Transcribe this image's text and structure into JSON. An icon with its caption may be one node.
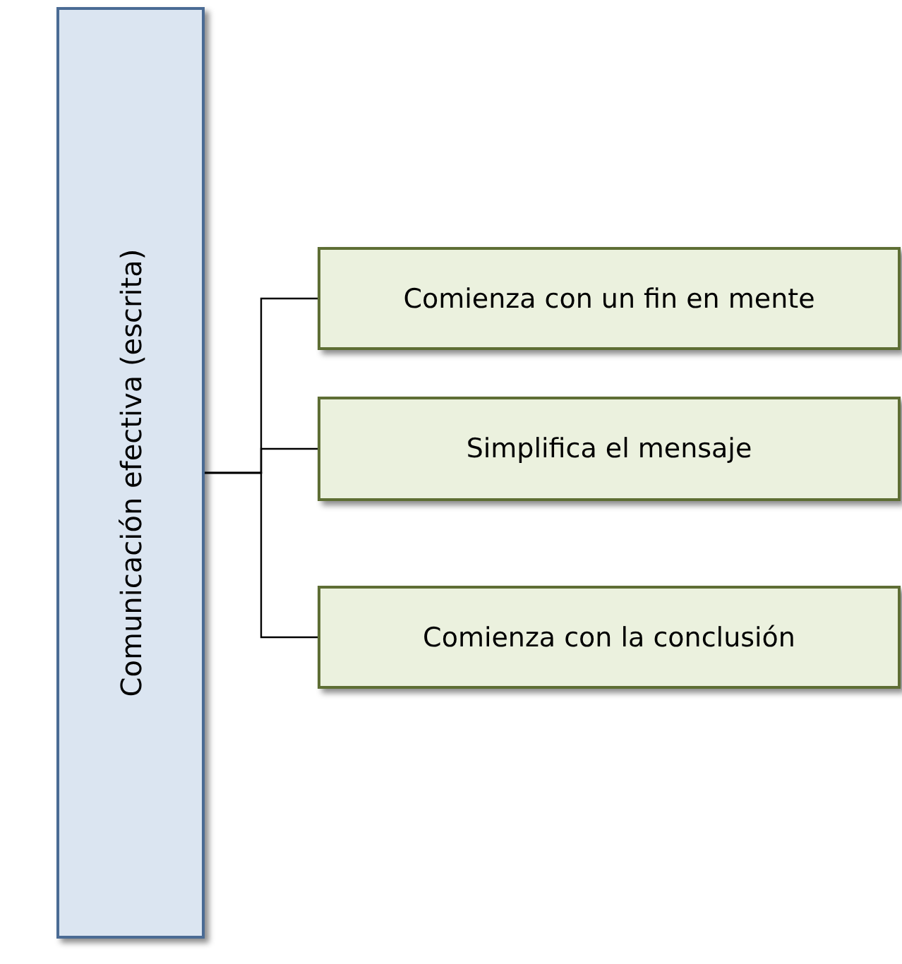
{
  "diagram": {
    "nodes": [
      {
        "text": [
          "Comunicación efectiva (escrita)"
        ]
      },
      {
        "text": [
          "Comienza con un fin en mente"
        ]
      },
      {
        "text": [
          "Simplifica el mensaje"
        ]
      },
      {
        "text": [
          "Comienza con la conclusión"
        ]
      }
    ],
    "edges": [
      {
        "from": 0,
        "to": 1,
        "arrow": "none"
      },
      {
        "from": 0,
        "to": 2,
        "arrow": "none"
      },
      {
        "from": 0,
        "to": 3,
        "arrow": "none"
      }
    ]
  }
}
